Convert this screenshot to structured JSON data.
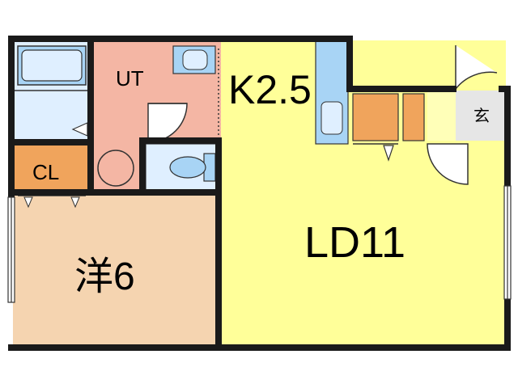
{
  "rooms": {
    "utility": {
      "label": "UT"
    },
    "kitchen": {
      "label": "K2.5"
    },
    "closet": {
      "label": "CL"
    },
    "western_room": {
      "label": "洋6"
    },
    "living_dining": {
      "label": "LD11"
    },
    "entrance": {
      "label": "玄"
    }
  },
  "colors": {
    "living": "#ffff99",
    "western": "#f5d4b0",
    "utility": "#f4b6a4",
    "bath": "#dfefff",
    "fixture": "#a8d4f5",
    "closet": "#f0a45c",
    "entrance": "#e6e6e6",
    "wall": "#1a1a1a"
  }
}
